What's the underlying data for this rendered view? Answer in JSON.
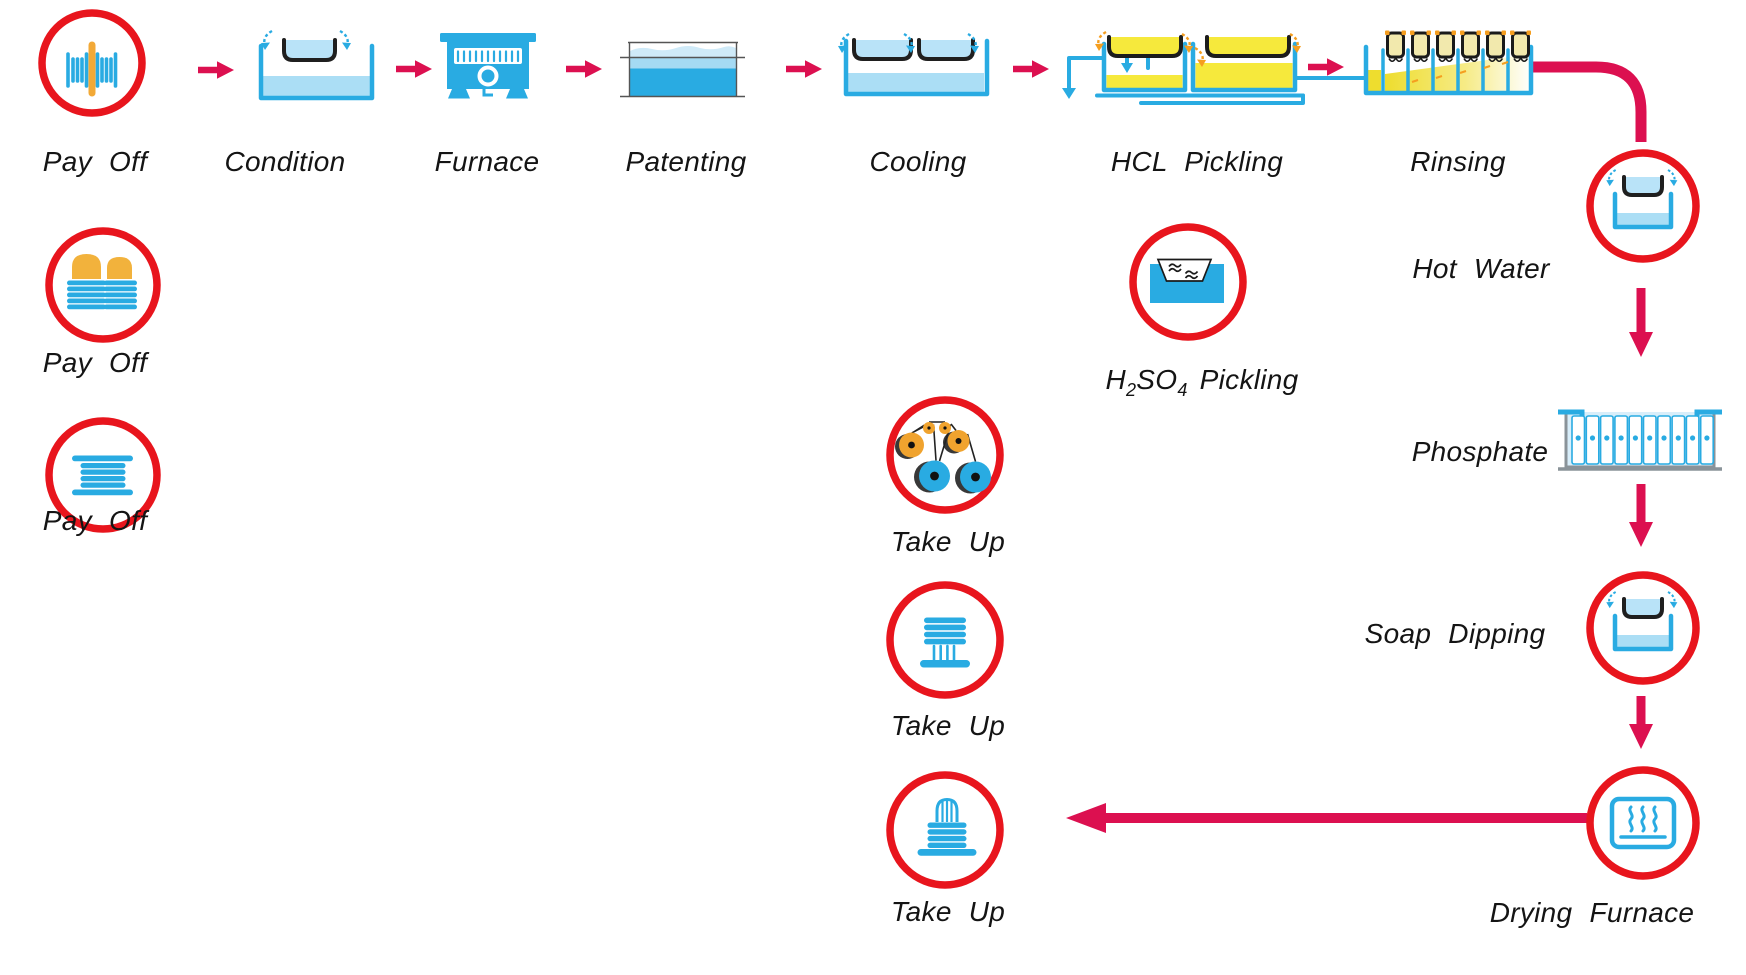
{
  "labels": {
    "pay_off_1": "Pay Off",
    "pay_off_2": "Pay Off",
    "pay_off_3": "Pay Off",
    "condition": "Condition",
    "furnace": "Furnace",
    "patenting": "Patenting",
    "cooling": "Cooling",
    "hcl_pickling": "HCL Pickling",
    "rinsing": "Rinsing",
    "hot_water": "Hot Water",
    "h2so4": {
      "h": "H",
      "sub2": "2",
      "so": "SO",
      "sub4": "4",
      "rest": "Pickling"
    },
    "phosphate": "Phosphate",
    "soap_dipping": "Soap Dipping",
    "drying_furnace": "Drying Furnace",
    "take_up_1": "Take Up",
    "take_up_2": "Take Up",
    "take_up_3": "Take Up"
  },
  "flow": {
    "main_sequence": [
      "Pay Off",
      "Condition",
      "Furnace",
      "Patenting",
      "Cooling",
      "HCL Pickling",
      "Rinsing",
      "Hot Water",
      "Phosphate",
      "Soap Dipping",
      "Drying Furnace",
      "Take Up"
    ],
    "alternative_pickling": "H2SO4 Pickling",
    "pay_off_variants": 3,
    "take_up_variants": 3
  },
  "icons": {
    "pay_off_1": "wire-spool-icon",
    "pay_off_2": "coil-stack-pair-icon",
    "pay_off_3": "spool-side-icon",
    "condition": "dip-tank-icon",
    "furnace": "furnace-icon",
    "patenting": "liquid-bath-icon",
    "cooling": "double-dip-tank-icon",
    "hcl_pickling": "acid-tanks-with-piping-icon",
    "rinsing": "cascade-rinse-tank-icon",
    "hot_water": "dip-tank-icon",
    "h2so4_pickling": "acid-bath-basket-icon",
    "phosphate": "phosphate-cell-tank-icon",
    "soap_dipping": "dip-tank-icon",
    "drying_furnace": "heat-chamber-icon",
    "take_up_1": "pulley-wheels-icon",
    "take_up_2": "coil-on-stand-icon",
    "take_up_3": "coil-spool-icon"
  },
  "colors": {
    "red_circle": "#e8151d",
    "arrow_red": "#dc1050",
    "blue": "#29abe2",
    "light_blue": "#abdef5",
    "basket_blue": "#b9e3f8",
    "pale_blue": "#cfeaf8",
    "yellow": "#f6e93c",
    "pale_yellow": "#f2e9ad",
    "orange": "#f59e1f",
    "gold": "#f2b23c",
    "grey": "#8a9399",
    "text": "#141414"
  }
}
